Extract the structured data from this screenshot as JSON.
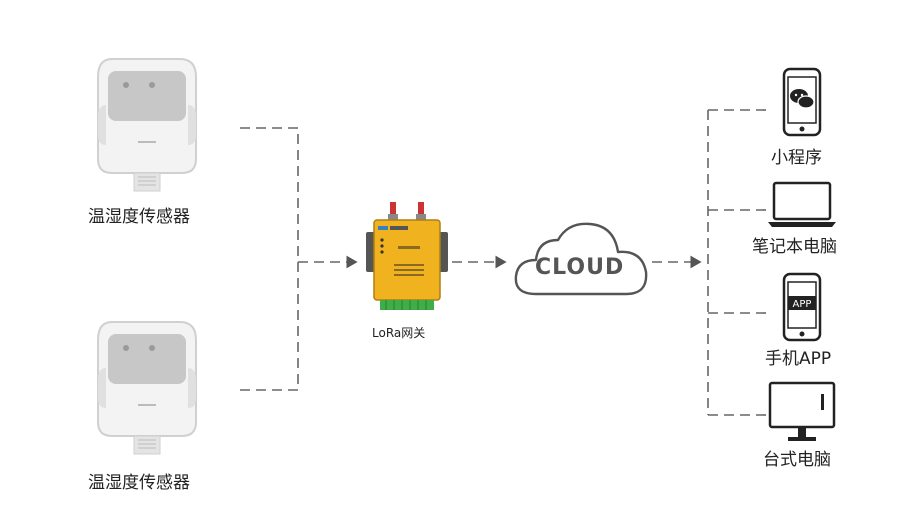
{
  "sensors": [
    {
      "label": "温湿度传感器"
    },
    {
      "label": "温湿度传感器"
    }
  ],
  "gateway": {
    "label": "LoRa网关"
  },
  "cloud": {
    "label": "CLOUD"
  },
  "clients": [
    {
      "label": "小程序",
      "icon": "smartphone-wechat-icon"
    },
    {
      "label": "笔记本电脑",
      "icon": "laptop-icon"
    },
    {
      "label": "手机APP",
      "icon": "smartphone-app-icon",
      "screen_text": "APP"
    },
    {
      "label": "台式电脑",
      "icon": "desktop-monitor-icon"
    }
  ]
}
